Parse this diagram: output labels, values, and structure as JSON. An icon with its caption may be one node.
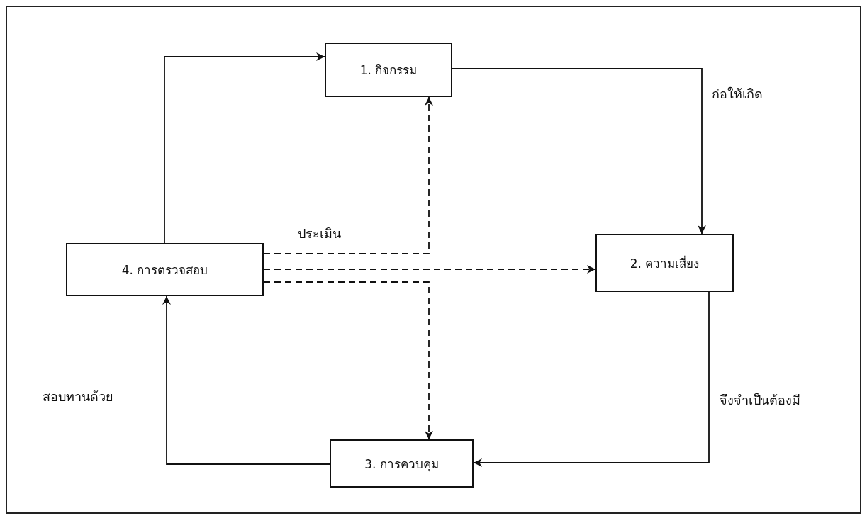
{
  "diagram": {
    "nodes": [
      {
        "text": [
          "1. กิจกรรม"
        ]
      },
      {
        "text": [
          "2. ความเสี่ยง"
        ]
      },
      {
        "text": [
          "3. การควบคุม"
        ]
      },
      {
        "text": [
          "4. การตรวจสอบ"
        ]
      }
    ],
    "edges": [
      {
        "from": 0,
        "to": 1,
        "arrow": "to",
        "label": "ก่อให้เกิด"
      },
      {
        "from": 1,
        "to": 2,
        "arrow": "to",
        "label": "จึงจำเป็นต้องมี"
      },
      {
        "from": 2,
        "to": 3,
        "arrow": "to",
        "label": "สอบทานด้วย"
      },
      {
        "from": 3,
        "to": 0,
        "arrow": "to"
      },
      {
        "from": 3,
        "to": 0,
        "arrow": "to",
        "style": "dashed"
      },
      {
        "from": 3,
        "to": 1,
        "arrow": "to",
        "style": "dashed"
      },
      {
        "from": 3,
        "to": 2,
        "arrow": "to",
        "style": "dashed"
      }
    ],
    "labels": [
      "ประเมิน"
    ]
  }
}
